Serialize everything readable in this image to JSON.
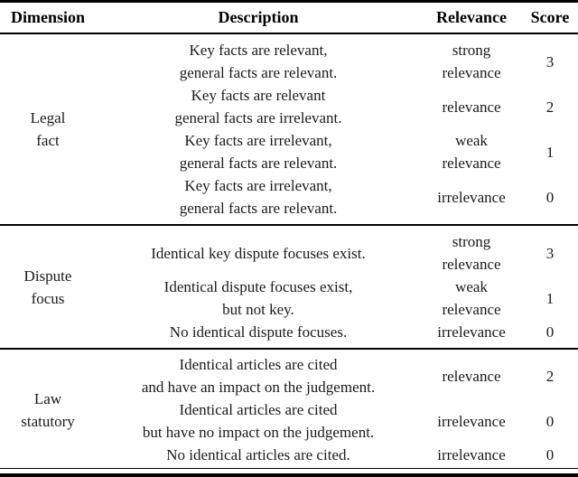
{
  "table": {
    "headers": [
      "Dimension",
      "Description",
      "Relevance",
      "Score"
    ],
    "sections": [
      {
        "dimension": [
          "Legal",
          "fact"
        ],
        "rows": [
          {
            "description": [
              "Key facts are relevant,",
              "general facts are relevant."
            ],
            "relevance": [
              "strong",
              "relevance"
            ],
            "score": "3"
          },
          {
            "description": [
              "Key facts are relevant",
              "general facts are irrelevant."
            ],
            "relevance": [
              "relevance"
            ],
            "score": "2"
          },
          {
            "description": [
              "Key facts are irrelevant,",
              "general facts are relevant."
            ],
            "relevance": [
              "weak",
              "relevance"
            ],
            "score": "1"
          },
          {
            "description": [
              "Key facts are irrelevant,",
              "general facts are relevant."
            ],
            "relevance": [
              "irrelevance"
            ],
            "score": "0"
          }
        ]
      },
      {
        "dimension": [
          "Dispute",
          "focus"
        ],
        "rows": [
          {
            "description": [
              "Identical key dispute focuses exist."
            ],
            "relevance": [
              "strong",
              "relevance"
            ],
            "score": "3"
          },
          {
            "description": [
              "Identical dispute focuses exist,",
              "but not key."
            ],
            "relevance": [
              "weak",
              "relevance"
            ],
            "score": "1"
          },
          {
            "description": [
              "No identical dispute focuses."
            ],
            "relevance": [
              "irrelevance"
            ],
            "score": "0"
          }
        ]
      },
      {
        "dimension": [
          "Law",
          "statutory"
        ],
        "rows": [
          {
            "description": [
              "Identical articles are cited",
              "and have an impact on the judgement."
            ],
            "relevance": [
              "relevance"
            ],
            "score": "2"
          },
          {
            "description": [
              "Identical articles are cited",
              "but have no impact on the judgement."
            ],
            "relevance": [
              "irrelevance"
            ],
            "score": "0"
          },
          {
            "description": [
              "No identical articles are cited."
            ],
            "relevance": [
              "irrelevance"
            ],
            "score": "0"
          }
        ]
      }
    ]
  }
}
